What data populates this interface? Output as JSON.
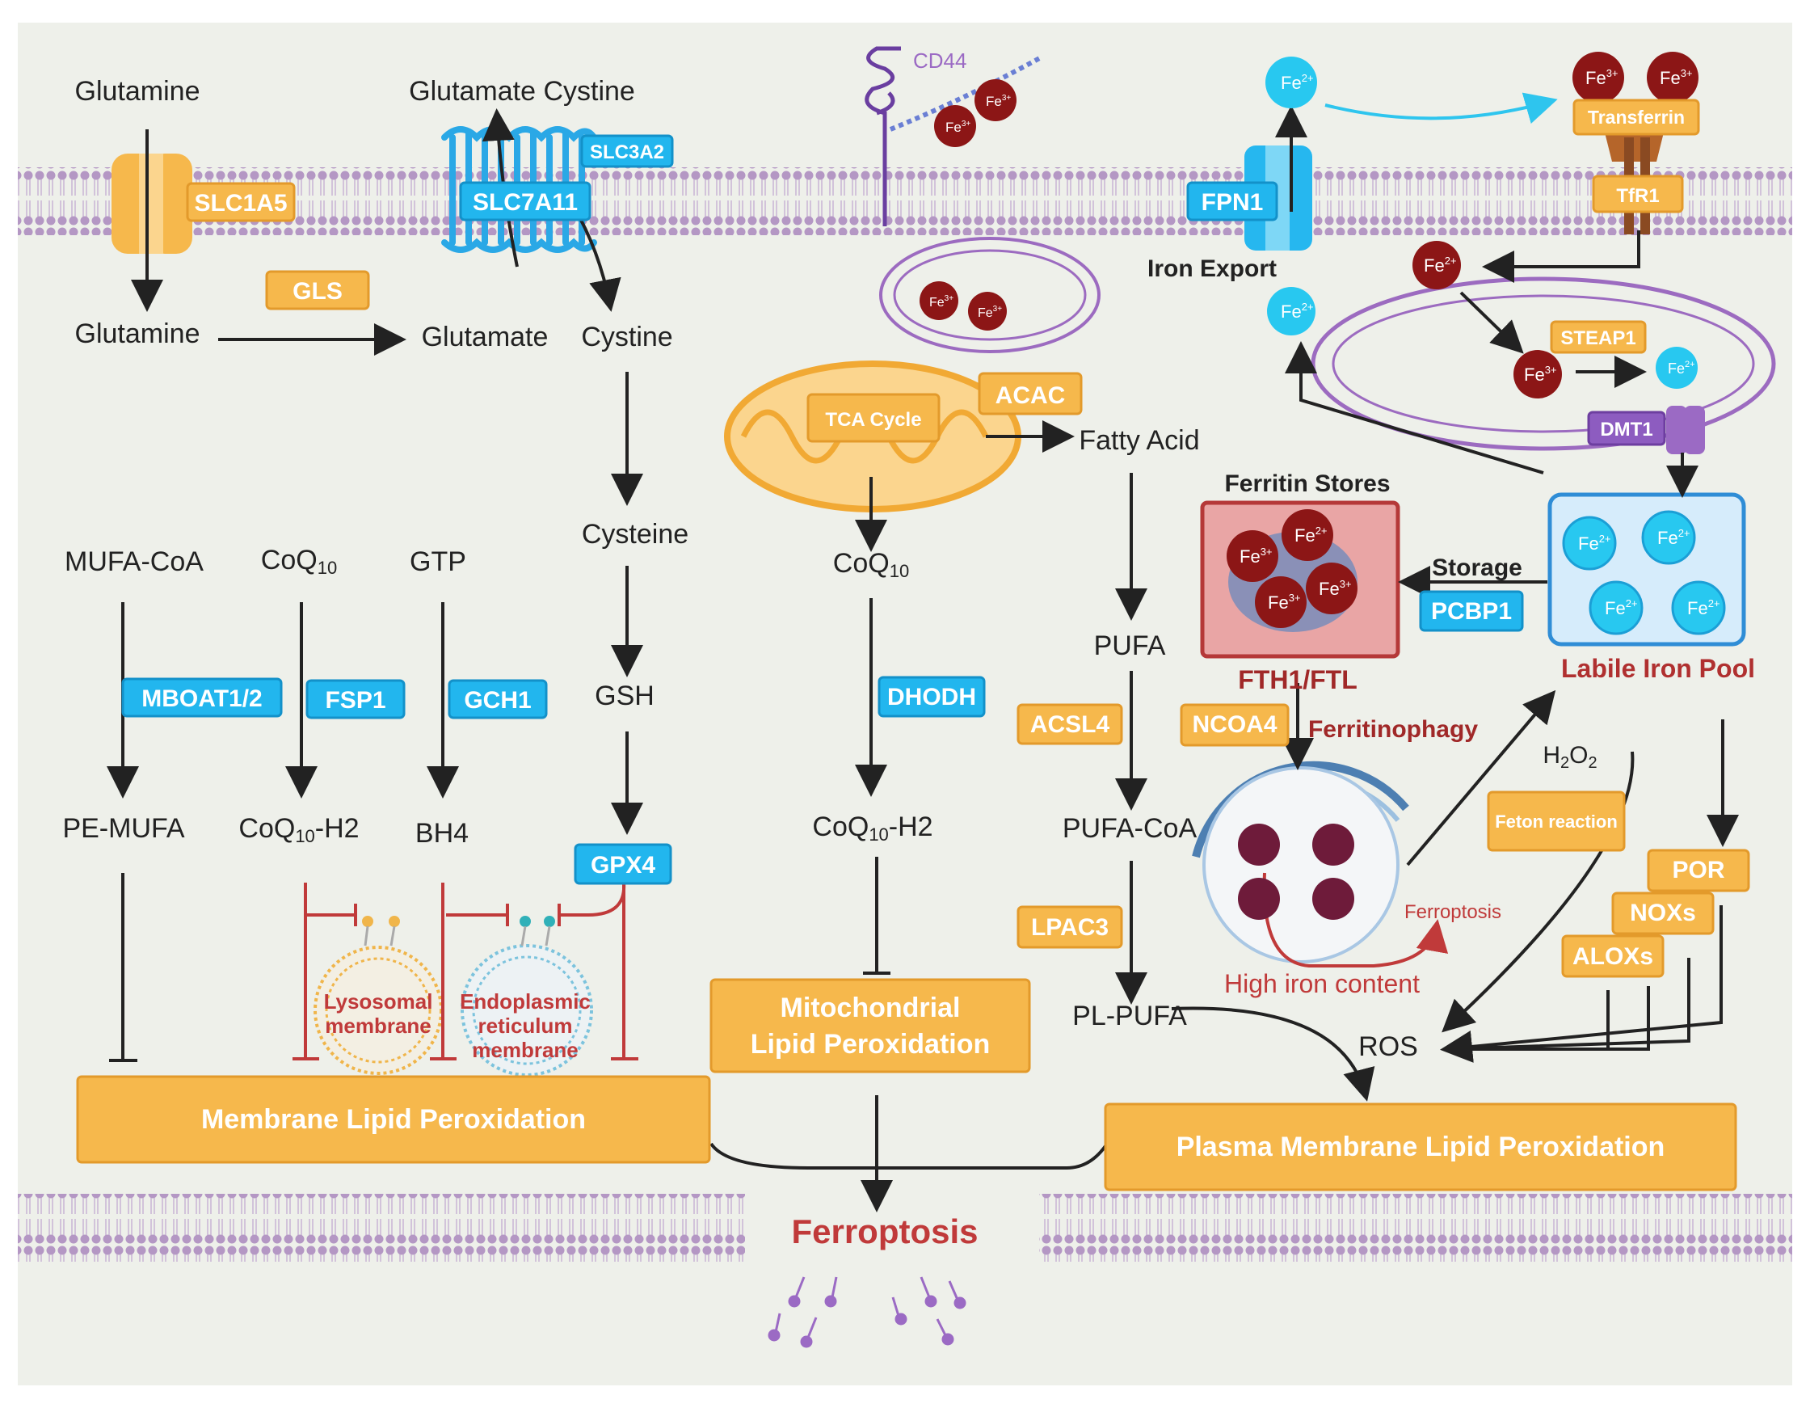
{
  "colors": {
    "background": "#eef0ea",
    "orange_box": "#f6b84c",
    "orange_box_border": "#e39a2b",
    "cyan_box": "#22b6ee",
    "cyan_box_border": "#1391c9",
    "purple_membrane": "#a88ab8",
    "dark_red_iron": "#8c1616",
    "cyan_iron": "#28c8f0",
    "inhibit_red": "#c03a3a",
    "arrow": "#222222"
  },
  "metabolites": {
    "glutamine_top": "Glutamine",
    "glutamate_cystine": "Glutamate Cystine",
    "glutamine_bottom": "Glutamine",
    "glutamate": "Glutamate",
    "cystine": "Cystine",
    "cysteine": "Cysteine",
    "gsh": "GSH",
    "mufa_coa": "MUFA-CoA",
    "coq10_left": "CoQ",
    "coq10_mid": "CoQ",
    "coq10_sub": "10",
    "gtp": "GTP",
    "pe_mufa": "PE-MUFA",
    "coq10h2_suffix": "-H2",
    "bh4": "BH4",
    "fatty_acid": "Fatty Acid",
    "pufa": "PUFA",
    "pufa_coa": "PUFA-CoA",
    "pl_pufa": "PL-PUFA",
    "ros": "ROS",
    "h2o2": "H",
    "h2o2_sub1": "2",
    "h2o2_o": "O",
    "h2o2_sub2": "2"
  },
  "enzymes": {
    "slc1a5": "SLC1A5",
    "slc7a11": "SLC7A11",
    "slc3a2": "SLC3A2",
    "gls": "GLS",
    "mboat": "MBOAT1/2",
    "fsp1": "FSP1",
    "gch1": "GCH1",
    "gpx4": "GPX4",
    "tca": "TCA Cycle",
    "acac": "ACAC",
    "dhodh": "DHODH",
    "acsl4": "ACSL4",
    "lpac3": "LPAC3",
    "fpn1": "FPN1",
    "transferrin": "Transferrin",
    "tfr1": "TfR1",
    "steap1": "STEAP1",
    "dmt1": "DMT1",
    "pcbp1": "PCBP1",
    "ncoa4": "NCOA4",
    "fenton": "Feton reaction",
    "por": "POR",
    "noxs": "NOXs",
    "aloxs": "ALOXs",
    "cd44": "CD44"
  },
  "labels": {
    "iron_export": "Iron Export",
    "ferritin_stores": "Ferritin Stores",
    "fth1_ftl": "FTH1/FTL",
    "storage": "Storage",
    "labile_iron_pool": "Labile Iron Pool",
    "ferritinophagy": "Ferritinophagy",
    "ferroptosis_small": "Ferroptosis",
    "high_iron_content": "High iron content",
    "lysosomal": "Lysosomal",
    "lysosomal_2": "membrane",
    "er_1": "Endoplasmic",
    "er_2": "reticulum",
    "er_3": "membrane",
    "mito_lp_1": "Mitochondrial",
    "mito_lp_2": "Lipid Peroxidation",
    "membrane_lp": "Membrane Lipid Peroxidation",
    "plasma_lp": "Plasma Membrane Lipid Peroxidation",
    "ferroptosis_main": "Ferroptosis"
  },
  "iron": {
    "fe2": "Fe",
    "fe3": "Fe",
    "sup2": "2+",
    "sup3": "3+"
  }
}
